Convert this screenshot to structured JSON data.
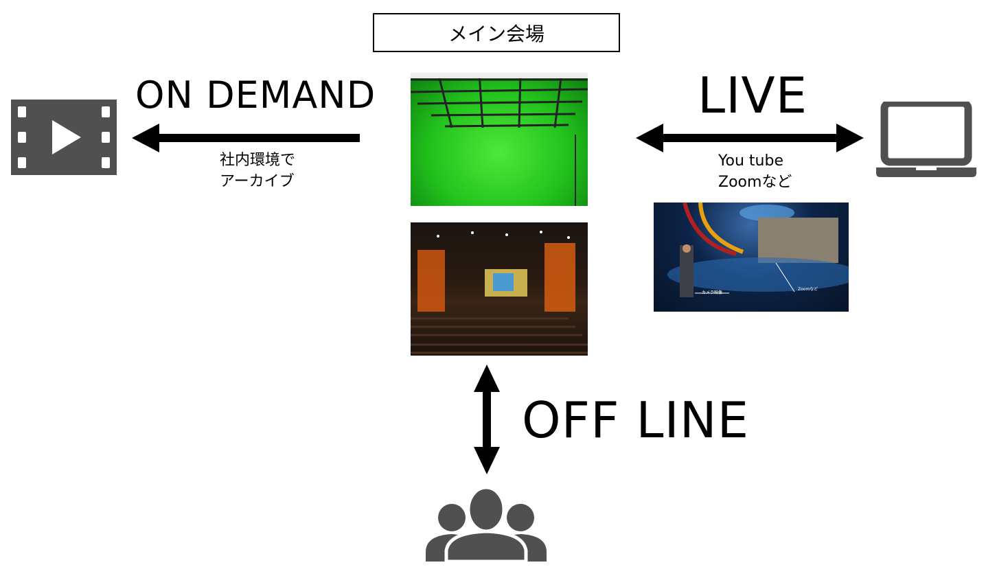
{
  "title": "メイン会場",
  "on_demand": {
    "label": "ON DEMAND",
    "note_line1": "社内環境で",
    "note_line2": "アーカイブ"
  },
  "live": {
    "label": "LIVE",
    "note_line1": "You tube",
    "note_line2": "Zoomなど"
  },
  "offline": {
    "label": "OFF LINE"
  },
  "studio_image": {
    "caption_camera": "カメラ映像",
    "caption_zoom": "Zoomなど"
  },
  "icons": {
    "video": "film-play-icon",
    "laptop": "laptop-icon",
    "audience": "people-group-icon"
  },
  "colors": {
    "icon": "#505050",
    "arrow": "#000000",
    "green_screen": "#22c21c"
  }
}
